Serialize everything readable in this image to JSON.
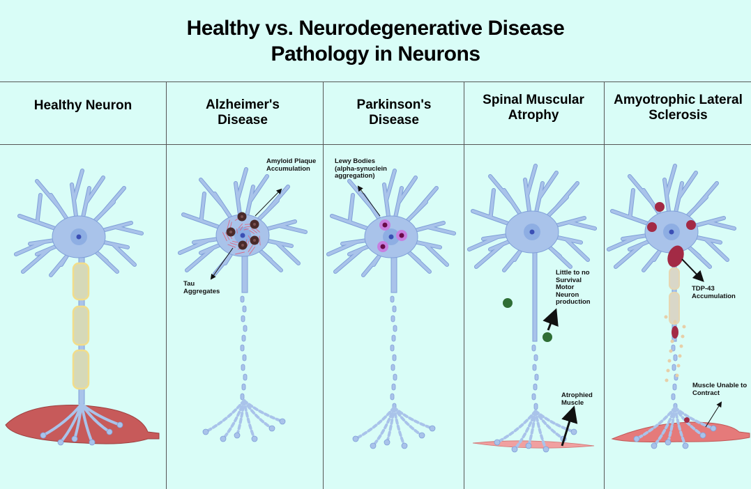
{
  "title": {
    "line1": "Healthy vs. Neurodegenerative Disease",
    "line2": "Pathology in Neurons"
  },
  "columns": [
    {
      "label": "Healthy Neuron"
    },
    {
      "label": "Alzheimer's Disease"
    },
    {
      "label": "Parkinson's Disease"
    },
    {
      "label": "Spinal Muscular Atrophy"
    },
    {
      "label": "Amyotrophic Lateral Sclerosis"
    }
  ],
  "annotations": {
    "amyloid": "Amyloid Plaque Accumulation",
    "tau": "Tau Aggregates",
    "lewy": "Lewy Bodies (alpha-synuclein aggregation)",
    "smn": "Little to no Survival Motor Neuron production",
    "atrophied": "Atrophied Muscle",
    "tdp43": "TDP-43 Accumulation",
    "muscle_contract": "Muscle Unable to Contract"
  },
  "colors": {
    "background": "#d9fdf7",
    "neuron": "#a9c3ea",
    "neuron_outline": "#7f9fd8",
    "myelin": "#f2dd8a",
    "muscle": "#c75a5a",
    "plaque": "#4a2a2a",
    "lewy": "#c77fe0",
    "smn": "#2f6e35",
    "tdp43": "#a32a45"
  }
}
